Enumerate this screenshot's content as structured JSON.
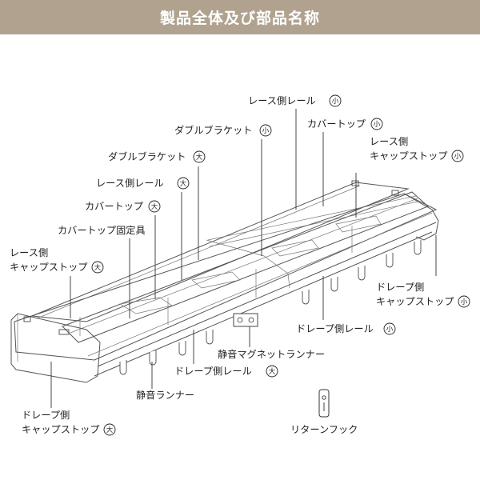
{
  "header": {
    "title": "製品全体及び部品名称"
  },
  "labels": {
    "lace_rail_small": {
      "text": "レース側レール",
      "mark": "小"
    },
    "cover_top_small": {
      "text": "カバートップ",
      "mark": "小"
    },
    "double_bracket_small": {
      "text": "ダブルブラケット",
      "mark": "小"
    },
    "lace_cap_stop_small": {
      "line1": "レース側",
      "line2": "キャップストップ",
      "mark": "小"
    },
    "double_bracket_large": {
      "text": "ダブルブラケット",
      "mark": "大"
    },
    "lace_rail_large": {
      "text": "レース側レール",
      "mark": "大"
    },
    "cover_top_large": {
      "text": "カバートップ",
      "mark": "大"
    },
    "cover_top_fixture": {
      "text": "カバートップ固定具"
    },
    "lace_cap_stop_large": {
      "line1": "レース側",
      "line2": "キャップストップ",
      "mark": "大"
    },
    "drape_cap_stop_small": {
      "line1": "ドレープ側",
      "line2": "キャップストップ",
      "mark": "小"
    },
    "drape_rail_small": {
      "text": "ドレープ側レール",
      "mark": "小"
    },
    "silent_magnet_runner": {
      "text": "静音マグネットランナー"
    },
    "drape_rail_large": {
      "text": "ドレープ側レール",
      "mark": "大"
    },
    "silent_runner": {
      "text": "静音ランナー"
    },
    "drape_cap_stop_large": {
      "line1": "ドレープ側",
      "line2": "キャップストップ",
      "mark": "大"
    },
    "return_hook": {
      "text": "リターンフック"
    }
  },
  "colors": {
    "header_bg": "#b0a28f",
    "header_text": "#ffffff",
    "text": "#222222",
    "line": "#333333"
  }
}
